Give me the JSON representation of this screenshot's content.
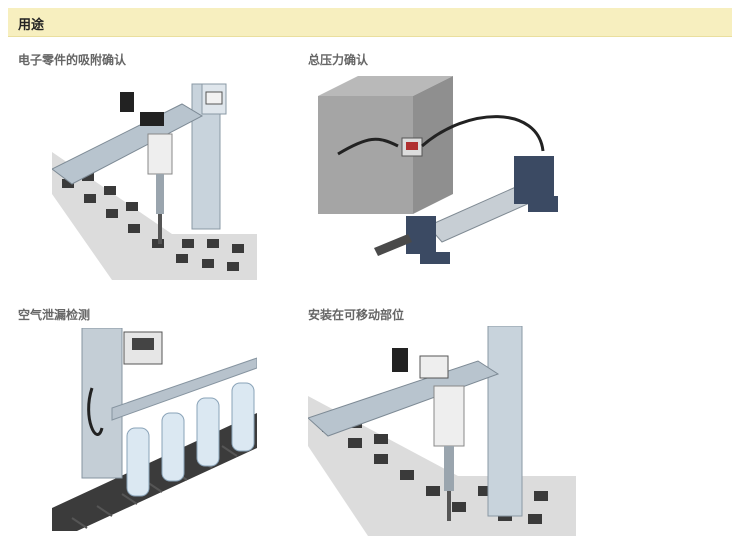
{
  "header": {
    "title": "用途"
  },
  "applications": [
    {
      "label": "电子零件的吸附确认",
      "icon": "pick-and-place-robot-illustration"
    },
    {
      "label": "总压力确认",
      "icon": "pressure-cylinder-illustration"
    },
    {
      "label": "空气泄漏检测",
      "icon": "bottle-leak-test-illustration"
    },
    {
      "label": "安装在可移动部位",
      "icon": "moving-part-mount-illustration"
    }
  ]
}
